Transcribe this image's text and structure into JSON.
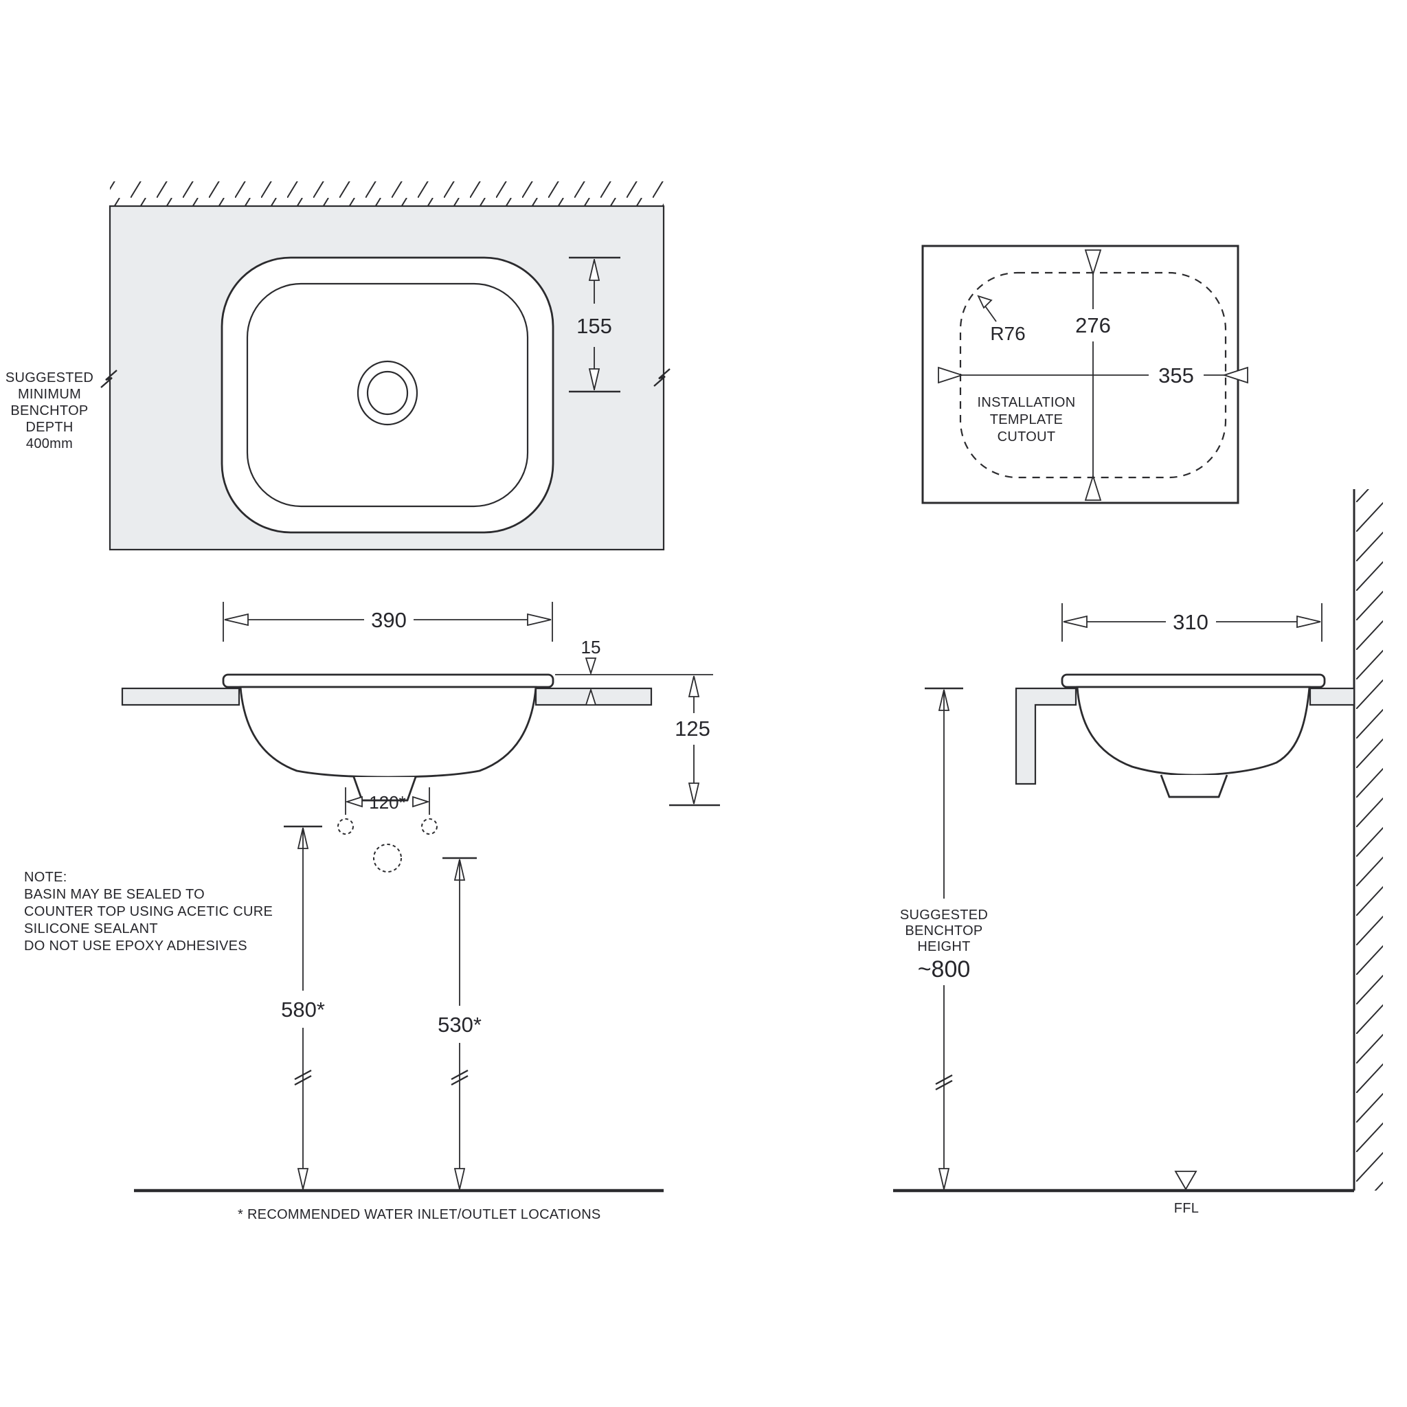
{
  "colors": {
    "line": "#2b2b2e",
    "benchtop_fill": "#eaecee",
    "background": "#ffffff"
  },
  "plan_view": {
    "depth_label_lines": [
      "SUGGESTED",
      "MINIMUM",
      "BENCHTOP",
      "DEPTH",
      "400mm"
    ],
    "dim_rim_to_drain": "155"
  },
  "template_view": {
    "corner_radius": "R76",
    "dim_height": "276",
    "dim_width": "355",
    "cutout_label_lines": [
      "INSTALLATION",
      "TEMPLATE",
      "CUTOUT"
    ]
  },
  "front_view": {
    "dim_width": "390",
    "dim_rim_above_bench": "15",
    "dim_overall_depth": "125",
    "dim_inlet_spacing": "120*",
    "dim_inlet_height": "580*",
    "dim_outlet_height": "530*"
  },
  "side_view": {
    "dim_width": "310",
    "height_label_lines": [
      "SUGGESTED",
      "BENCHTOP",
      "HEIGHT"
    ],
    "dim_height": "~800",
    "floor_level_label": "FFL"
  },
  "notes": {
    "note_lines": [
      "NOTE:",
      "BASIN MAY BE SEALED TO",
      "COUNTER TOP USING ACETIC CURE",
      "SILICONE SEALANT",
      "DO NOT USE EPOXY ADHESIVES"
    ],
    "footnote": "* RECOMMENDED WATER INLET/OUTLET LOCATIONS"
  }
}
